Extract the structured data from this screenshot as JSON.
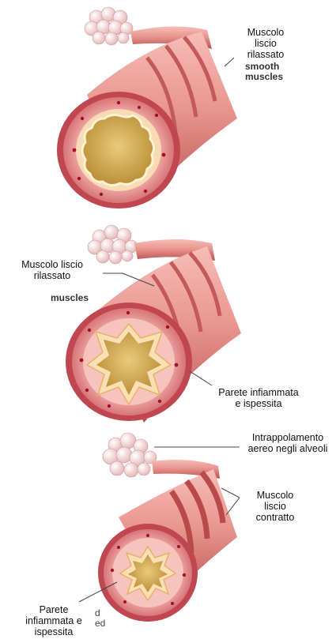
{
  "panels": [
    {
      "id": "normal",
      "labels": {
        "muscle": "Muscolo\nliscio\nrilassato"
      },
      "ghost_text": "smooth\nmuscles"
    },
    {
      "id": "inflamed",
      "labels": {
        "muscle": "Muscolo liscio\nrilassato",
        "wall": "Parete infiammata\ne ispessita"
      },
      "ghost_text": "muscles"
    },
    {
      "id": "asthma",
      "labels": {
        "air": "Intrappolamento\naereo negli alveoli",
        "muscle": "Muscolo\nliscio\ncontratto",
        "wall": "Parete\ninfiammata e\nispessita"
      },
      "ghost_text": "d\ned"
    }
  ],
  "colors": {
    "tube_light": "#f2a5a0",
    "tube_mid": "#e28882",
    "tube_dark": "#b84a4a",
    "band": "#c45a5a",
    "wall_outer": "#d9676b",
    "wall_inner": "#f3b3b0",
    "submucosa": "#f6d7b0",
    "lumen": "#c89a45",
    "lumen_light": "#e7c779",
    "mucosa_edge": "#fff4d8",
    "vessel": "#a0122a",
    "alveoli": "#f2cfd0",
    "line": "#444444"
  }
}
